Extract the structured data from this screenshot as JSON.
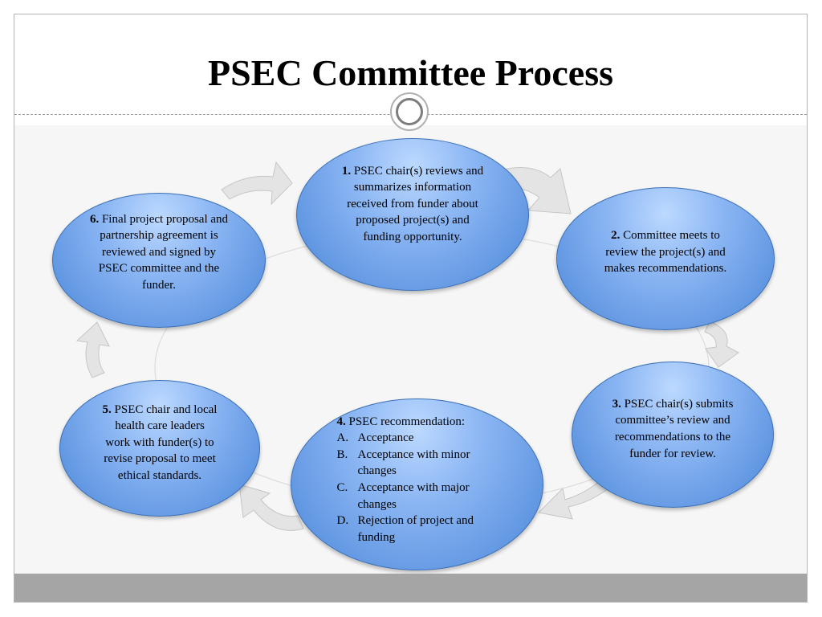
{
  "title": "PSEC Committee Process",
  "colors": {
    "node_fill_light": "#bcd9ff",
    "node_fill_dark": "#4a86d8",
    "node_border": "#3a6fb6",
    "arrow_fill": "#e4e4e4",
    "footer": "#a5a5a5"
  },
  "steps": [
    {
      "number": "1.",
      "text": "PSEC chair(s) reviews and summarizes information received from funder about proposed project(s) and funding opportunity."
    },
    {
      "number": "2.",
      "text": "Committee meets to review the project(s) and makes recommendations."
    },
    {
      "number": "3.",
      "text": "PSEC chair(s) submits committee’s review and recommendations to the funder for review."
    },
    {
      "number": "4.",
      "text": "PSEC recommendation:",
      "options": [
        {
          "letter": "A.",
          "text": "Acceptance"
        },
        {
          "letter": "B.",
          "text": "Acceptance with  minor changes"
        },
        {
          "letter": "C.",
          "text": "Acceptance with major changes"
        },
        {
          "letter": "D.",
          "text": "Rejection of project and funding"
        }
      ]
    },
    {
      "number": "5.",
      "text": "PSEC chair and local health care leaders work with funder(s) to revise proposal to meet ethical standards."
    },
    {
      "number": "6.",
      "text": "Final project proposal and partnership agreement is reviewed and signed by PSEC committee and the funder."
    }
  ]
}
